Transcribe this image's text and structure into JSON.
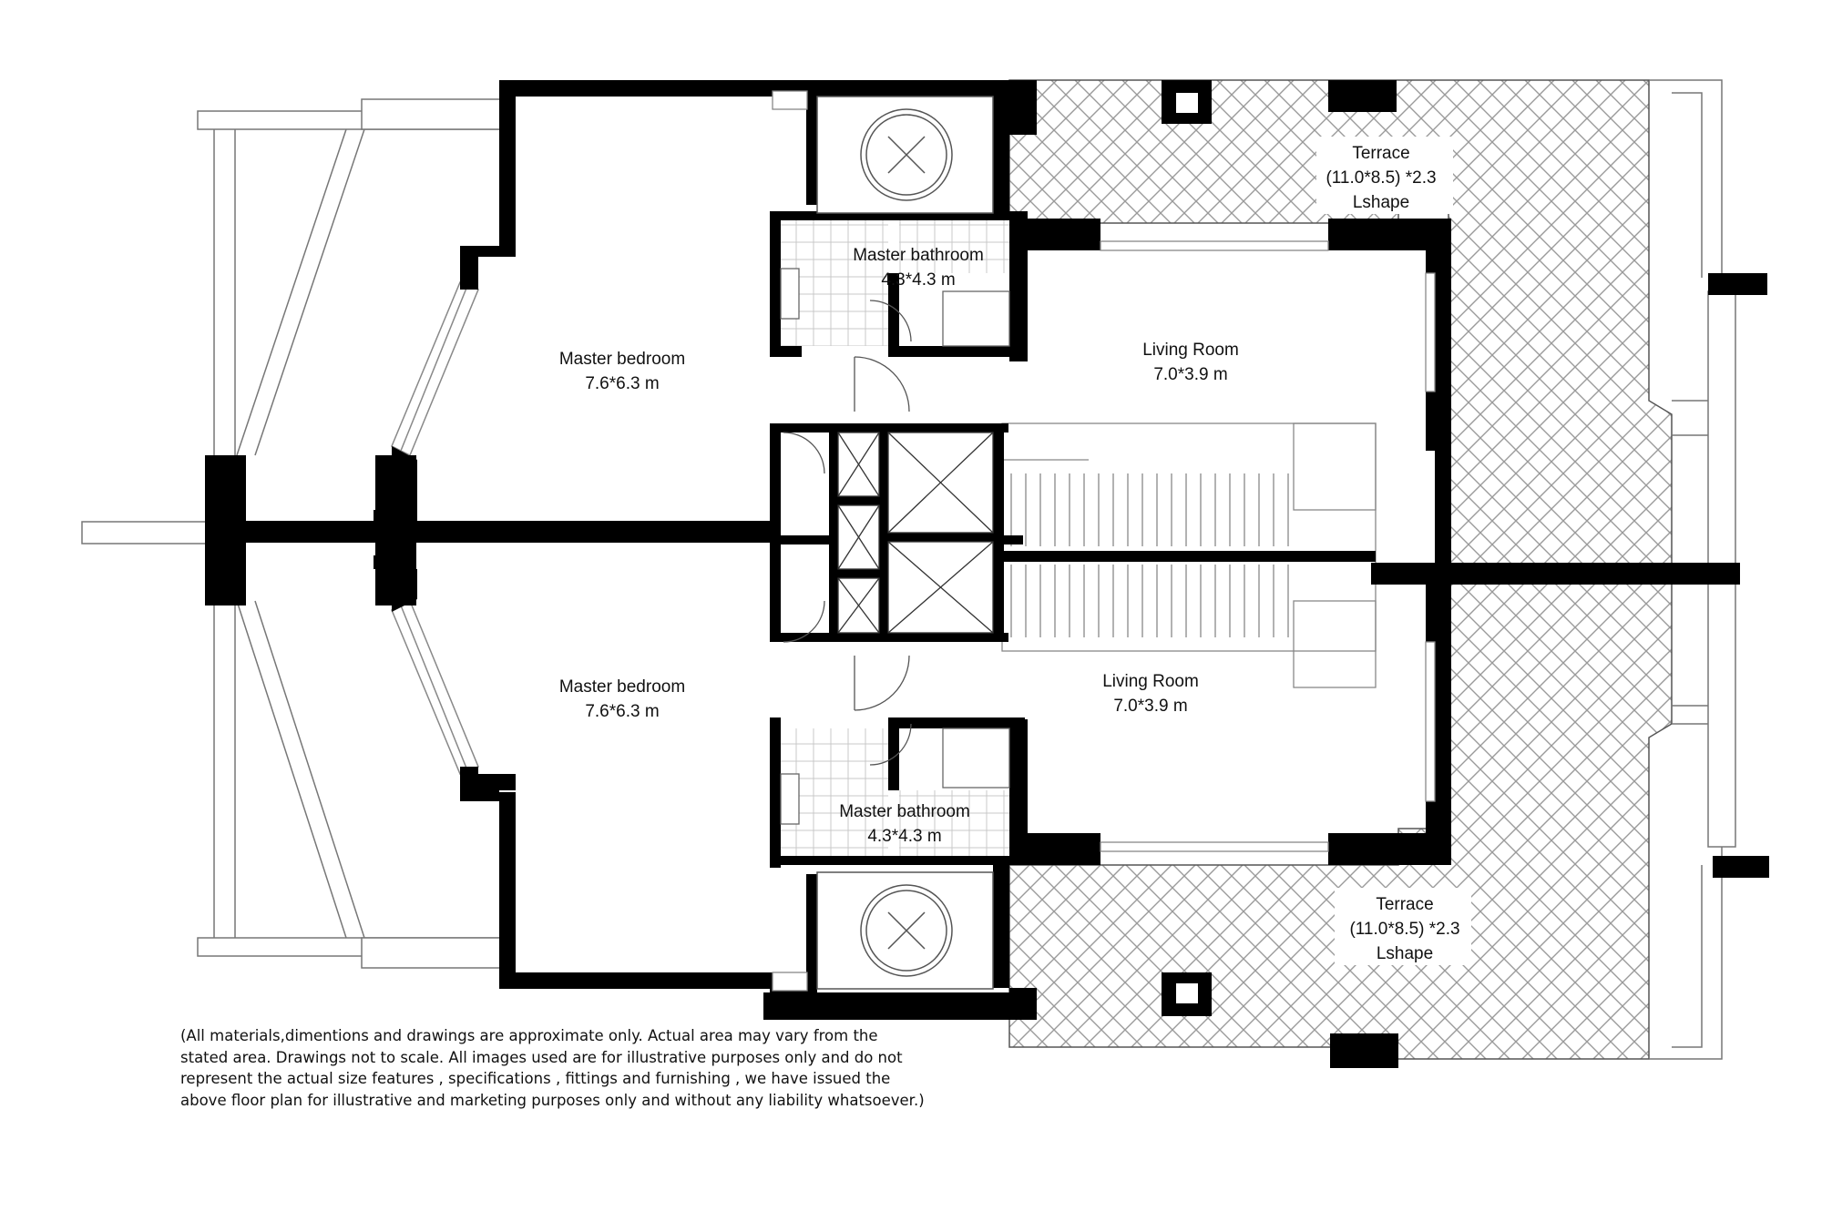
{
  "rooms": {
    "bedroom_top": {
      "name": "Master bedroom",
      "size": "7.6*6.3 m"
    },
    "bedroom_bot": {
      "name": "Master bedroom",
      "size": "7.6*6.3 m"
    },
    "bath_top": {
      "name": "Master bathroom",
      "size": "4.3*4.3 m"
    },
    "bath_bot": {
      "name": "Master bathroom",
      "size": "4.3*4.3 m"
    },
    "living_top": {
      "name": "Living Room",
      "size": "7.0*3.9 m"
    },
    "living_bot": {
      "name": "Living Room",
      "size": "7.0*3.9 m"
    },
    "terrace_top": {
      "name": "Terrace",
      "size": "(11.0*8.5) *2.3",
      "shape": "Lshape"
    },
    "terrace_bot": {
      "name": "Terrace",
      "size": "(11.0*8.5) *2.3",
      "shape": "Lshape"
    }
  },
  "disclaimer": {
    "line1": "(All materials,dimentions and drawings are approximate only. Actual area may vary from the",
    "line2": "stated area. Drawings not to scale. All images used are for illustrative purposes only and do not",
    "line3": "represent the actual size features , specifications , fittings and furnishing , we have issued the",
    "line4": "above floor plan for illustrative and marketing purposes only and without any liability whatsoever.)"
  },
  "colors": {
    "wall": "#000000",
    "line": "#888888",
    "hatch": "#9a9a9a"
  }
}
